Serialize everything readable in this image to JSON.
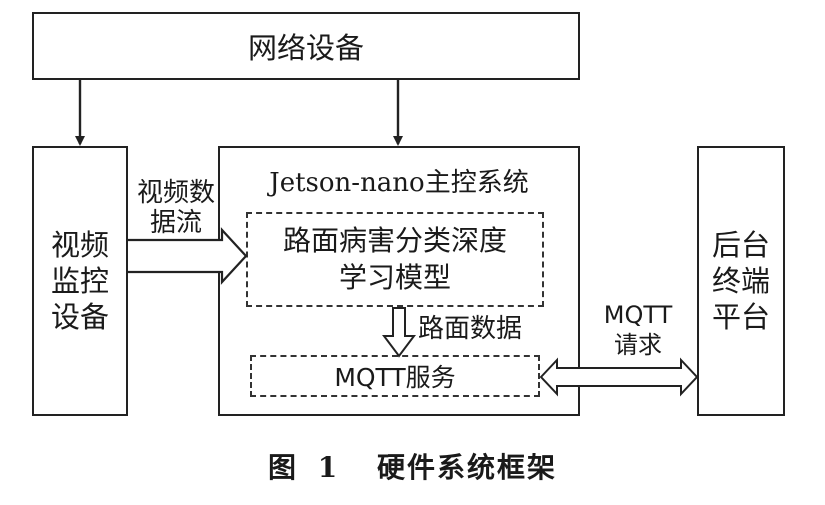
{
  "network_device": "网络设备",
  "video_device": [
    "视频",
    "监控",
    "设备"
  ],
  "jetson": {
    "title": "Jetson-nano主控系统",
    "model": [
      "路面病害分类深度",
      "学习模型"
    ],
    "mqtt_service": "MQTT服务"
  },
  "backend": [
    "后台",
    "终端",
    "平台"
  ],
  "labels": {
    "video_stream": [
      "视频数",
      "据流"
    ],
    "road_data": "路面数据",
    "mqtt_request": [
      "MQTT",
      "请求"
    ]
  },
  "caption": {
    "figure": "图",
    "number": "1",
    "text": "硬件系统框架"
  }
}
